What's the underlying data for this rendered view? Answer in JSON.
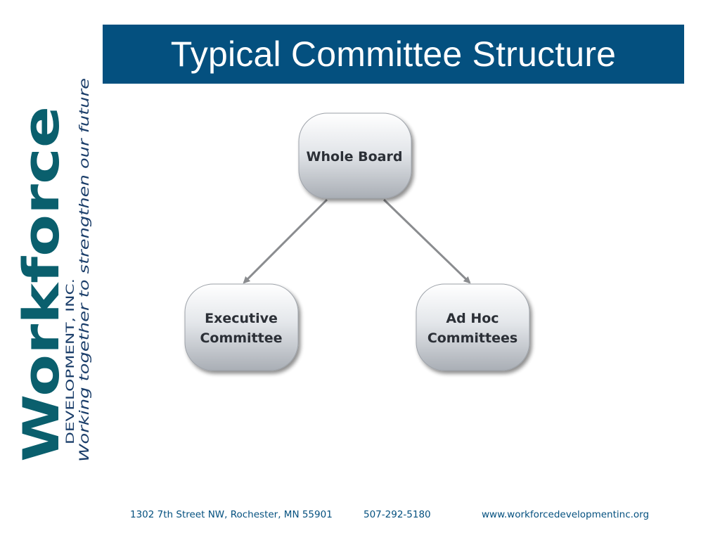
{
  "slide": {
    "title": "Typical Committee Structure"
  },
  "logo": {
    "wordmark": "Workforce",
    "subtitle": "DEVELOPMENT, INC.",
    "tagline": "Working together to strengthen our future",
    "colors": {
      "teal": "#0a5f6d",
      "navy": "#1b3e6a"
    }
  },
  "diagram": {
    "nodes": [
      {
        "id": "whole-board",
        "lines": [
          "Whole Board"
        ]
      },
      {
        "id": "executive-committee",
        "lines": [
          "Executive",
          "Committee"
        ]
      },
      {
        "id": "ad-hoc-committees",
        "lines": [
          "Ad Hoc",
          "Committees"
        ]
      }
    ],
    "edges": [
      {
        "from": "whole-board",
        "to": "executive-committee"
      },
      {
        "from": "whole-board",
        "to": "ad-hoc-committees"
      }
    ]
  },
  "footer": {
    "address": "1302 7th Street NW, Rochester, MN 55901",
    "phone": "507-292-5180",
    "website": "www.workforcedevelopmentinc.org"
  },
  "colors": {
    "title_bar": "#04507f",
    "footer_text": "#04507f",
    "node_fill_top": "#ffffff",
    "node_fill_bottom": "#a9aeb5",
    "connector": "#8a8c8f"
  }
}
